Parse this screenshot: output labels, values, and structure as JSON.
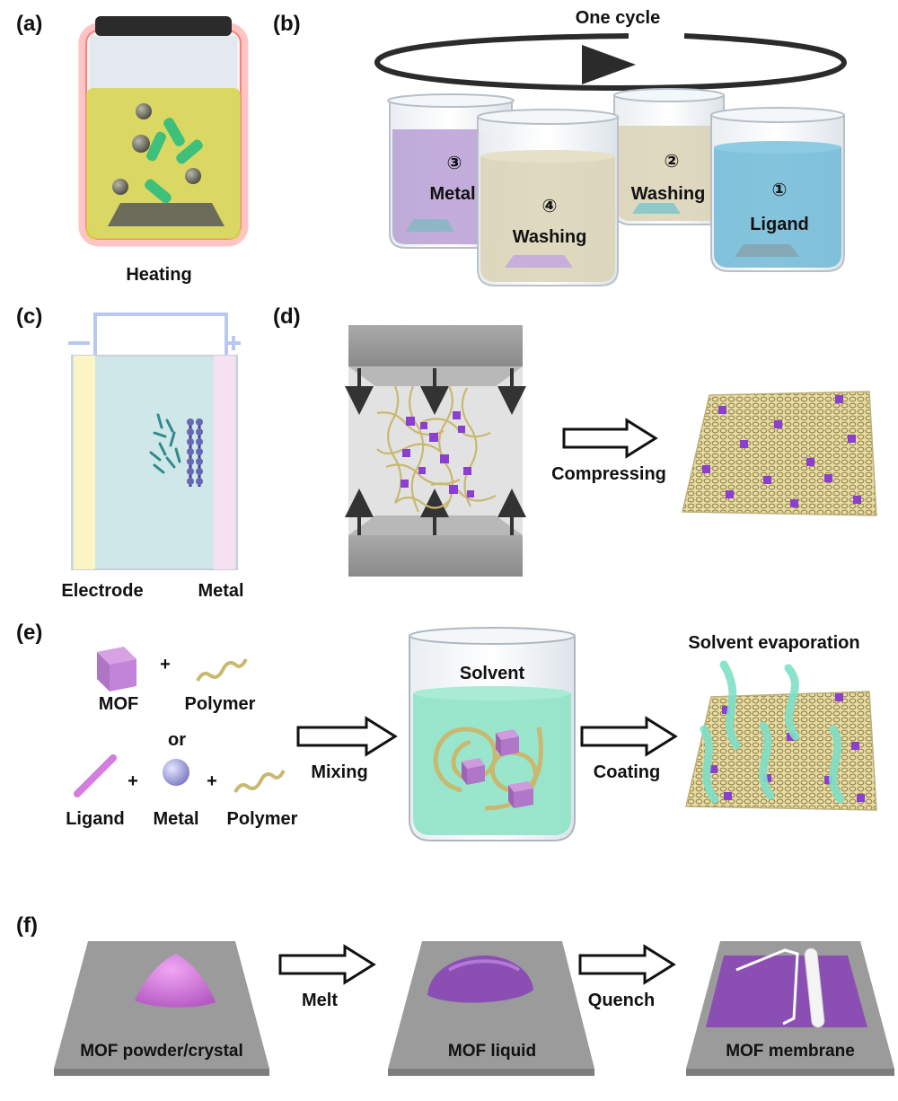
{
  "panels": {
    "a": {
      "label": "(a)",
      "caption": "Heating"
    },
    "b": {
      "label": "(b)",
      "cycle_label": "One cycle",
      "beakers": [
        {
          "step": "③",
          "name": "Metal"
        },
        {
          "step": "④",
          "name": "Washing"
        },
        {
          "step": "②",
          "name": "Washing"
        },
        {
          "step": "①",
          "name": "Ligand"
        }
      ]
    },
    "c": {
      "label": "(c)",
      "left_electrode": "Electrode",
      "right_electrode": "Metal"
    },
    "d": {
      "label": "(d)",
      "arrow_label": "Compressing"
    },
    "e": {
      "label": "(e)",
      "row1": {
        "item1": "MOF",
        "item2": "Polymer"
      },
      "or": "or",
      "row2": {
        "item1": "Ligand",
        "item2": "Metal",
        "item3": "Polymer"
      },
      "plus": "+",
      "mixing": "Mixing",
      "beaker_label": "Solvent",
      "coating": "Coating",
      "evaporation": "Solvent evaporation"
    },
    "f": {
      "label": "(f)",
      "stage1": "MOF powder/crystal",
      "arrow1": "Melt",
      "stage2": "MOF liquid",
      "arrow2": "Quench",
      "stage3": "MOF membrane"
    }
  },
  "colors": {
    "mof_purple": "#8a3fd0",
    "polymer_yellow": "#c9b870",
    "ligand_blue": "#6fb8d6",
    "metal_purple": "#b49ad2",
    "washing_beige": "#d9d2b4",
    "solvent_green": "#8fe3c8",
    "heating_yellow": "#d6d24a",
    "glow_red": "#ff8a8a",
    "plate_gray": "#9b9b9b"
  }
}
